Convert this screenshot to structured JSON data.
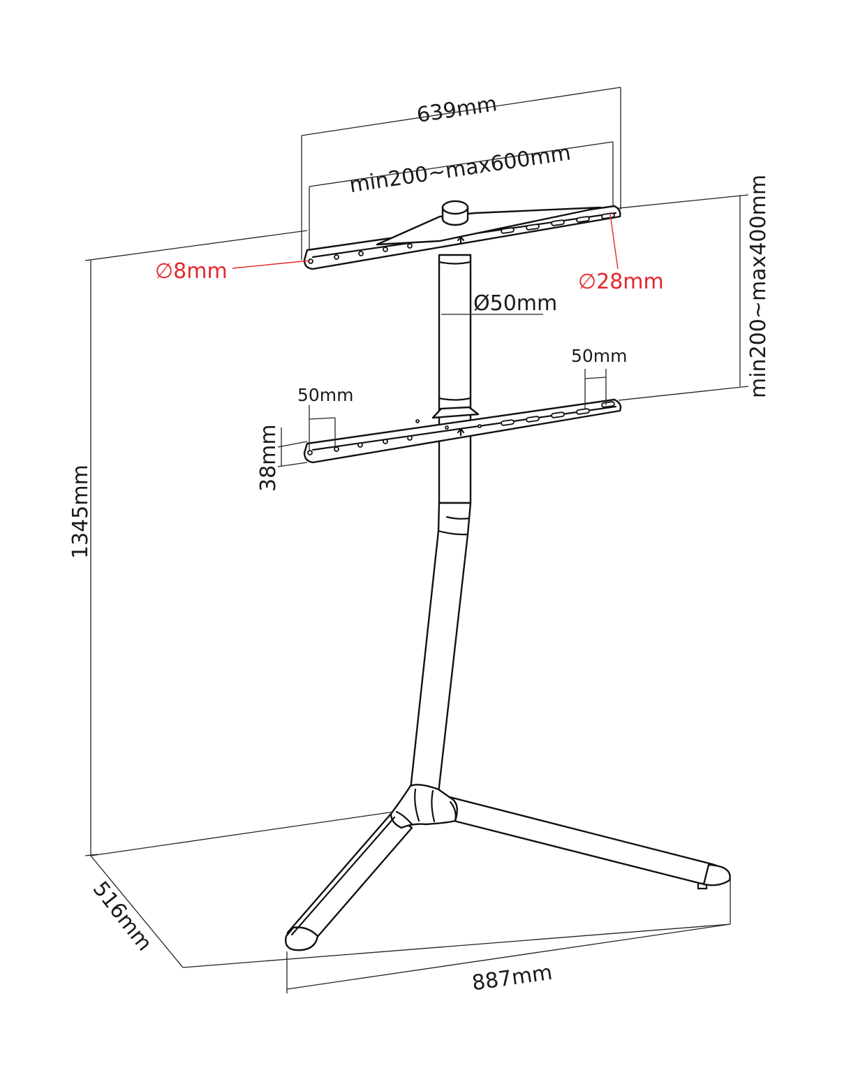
{
  "labels": {
    "overall_width": "639mm",
    "vesa_width": "min200~max600mm",
    "vesa_height": "min200~max400mm",
    "pole_diameter": "Ø50mm",
    "hole_small": "∅8mm",
    "hole_large": "∅28mm",
    "slot_spacing_right": "50mm",
    "slot_spacing_left": "50mm",
    "bracket_height": "38mm",
    "total_height": "1345mm",
    "base_depth": "516mm",
    "base_width": "887mm"
  },
  "colors": {
    "line": "#111111",
    "accent": "#e2272b",
    "background": "#ffffff"
  }
}
